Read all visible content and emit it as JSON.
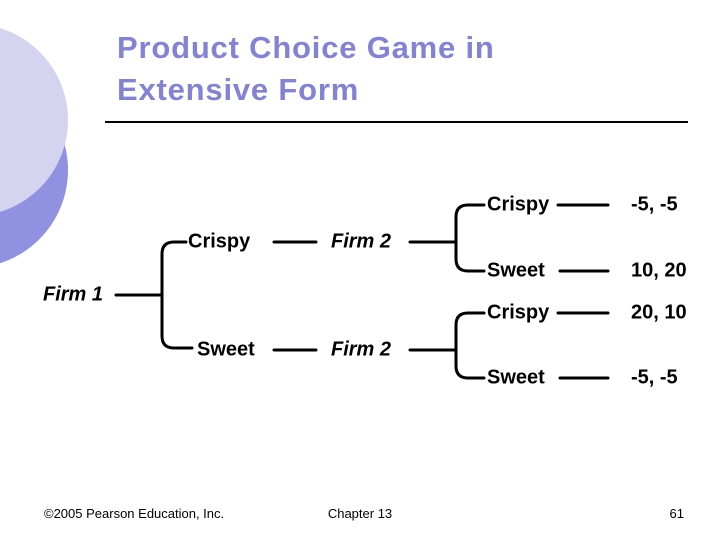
{
  "title": {
    "line1": "Product Choice Game in",
    "line2": "Extensive Form"
  },
  "tree": {
    "root": "Firm 1",
    "branches": [
      {
        "action": "Crispy",
        "node": "Firm 2",
        "children": [
          {
            "action": "Crispy",
            "payoff": "-5, -5"
          },
          {
            "action": "Sweet",
            "payoff": "10, 20"
          }
        ]
      },
      {
        "action": "Sweet",
        "node": "Firm 2",
        "children": [
          {
            "action": "Crispy",
            "payoff": "20, 10"
          },
          {
            "action": "Sweet",
            "payoff": "-5, -5"
          }
        ]
      }
    ]
  },
  "footer": {
    "copyright": "©2005 Pearson Education, Inc.",
    "chapter": "Chapter 13",
    "page": "61"
  },
  "colors": {
    "title": "#8282d7",
    "circle_dark": "#9191e2",
    "circle_light": "#d4d4f0",
    "line": "#000000"
  }
}
